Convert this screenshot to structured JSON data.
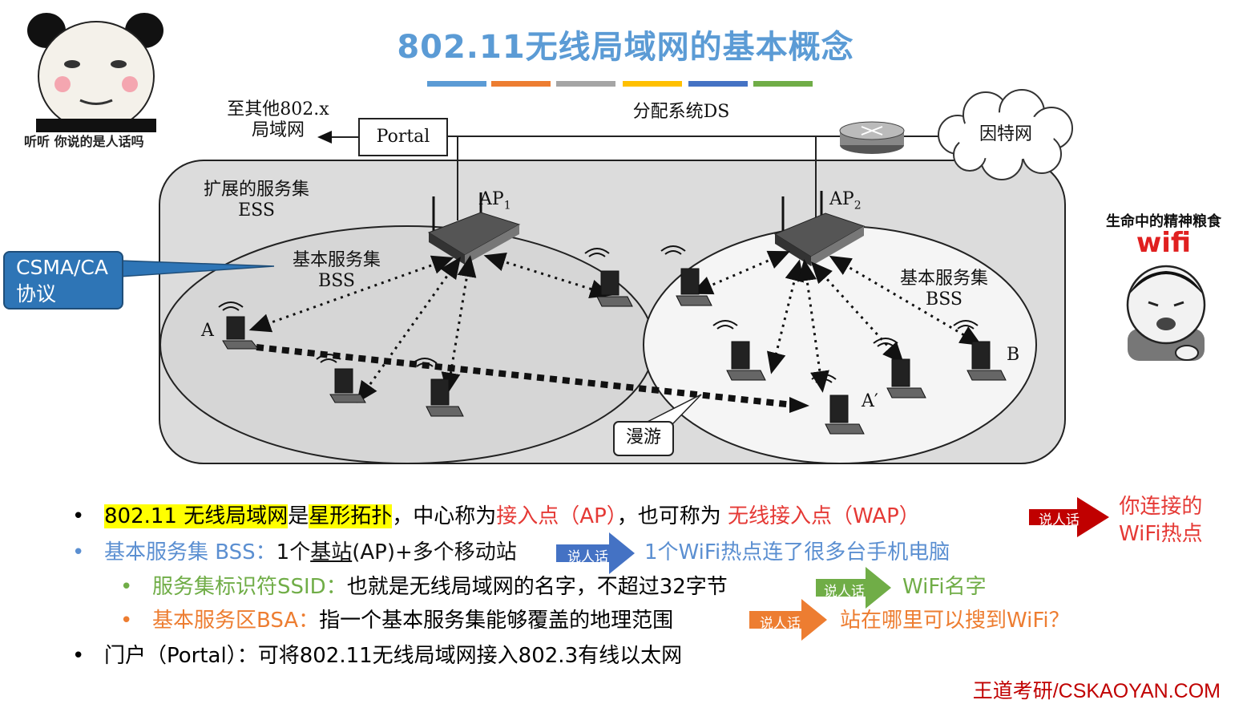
{
  "title": "802.11无线局域网的基本概念",
  "color_bars": [
    "#5b9bd5",
    "#ed7d31",
    "#a5a5a5",
    "#ffc000",
    "#4472c4",
    "#70ad47"
  ],
  "meme_left": {
    "caption": "听听 你说的是人话吗"
  },
  "meme_right": {
    "caption_top": "生命中的精神粮食",
    "caption_big": "wifi"
  },
  "diagram": {
    "other_lan": [
      "至其他802.x",
      "局域网"
    ],
    "portal": "Portal",
    "ds": "分配系统DS",
    "internet": "因特网",
    "ess": [
      "扩展的服务集",
      "ESS"
    ],
    "bss_left": [
      "基本服务集",
      "BSS"
    ],
    "bss_right": [
      "基本服务集",
      "BSS"
    ],
    "ap1": "AP",
    "ap1_sub": "1",
    "ap2": "AP",
    "ap2_sub": "2",
    "station_a": "A",
    "station_a2": "A′",
    "station_b": "B",
    "roaming": "漫游"
  },
  "callout": {
    "line1": "CSMA/CA",
    "line2": "协议"
  },
  "bullets": {
    "b1": {
      "p1": "802.11 无线局域网",
      "p2": "是",
      "p3": "星形拓扑",
      "p4": "，中心称为",
      "p5": "接入点（AP）",
      "p6": "，也可称为 ",
      "p7": "无线接入点（WAP）"
    },
    "b1_tag": "说人话",
    "b1_note": [
      "你连接的",
      "WiFi热点"
    ],
    "b2": {
      "p1": "基本服务集 BSS：",
      "p2": "1个",
      "p3": "基站",
      "p4": "(AP)+多个移动站"
    },
    "b2_tag": "说人话",
    "b2_note": "1个WiFi热点连了很多台手机电脑",
    "b3": {
      "p1": "服务集标识符SSID：",
      "p2": "也就是无线局域网的名字，不超过32字节"
    },
    "b3_tag": "说人话",
    "b3_note": "WiFi名字",
    "b4": {
      "p1": "基本服务区BSA：",
      "p2": "指一个基本服务集能够覆盖的地理范围"
    },
    "b4_tag": "说人话",
    "b4_note": "站在哪里可以搜到WiFi？",
    "b5": "门户（Portal）：可将802.11无线局域网接入802.3有线以太网"
  },
  "footer": "王道考研/CSKAOYAN.COM"
}
